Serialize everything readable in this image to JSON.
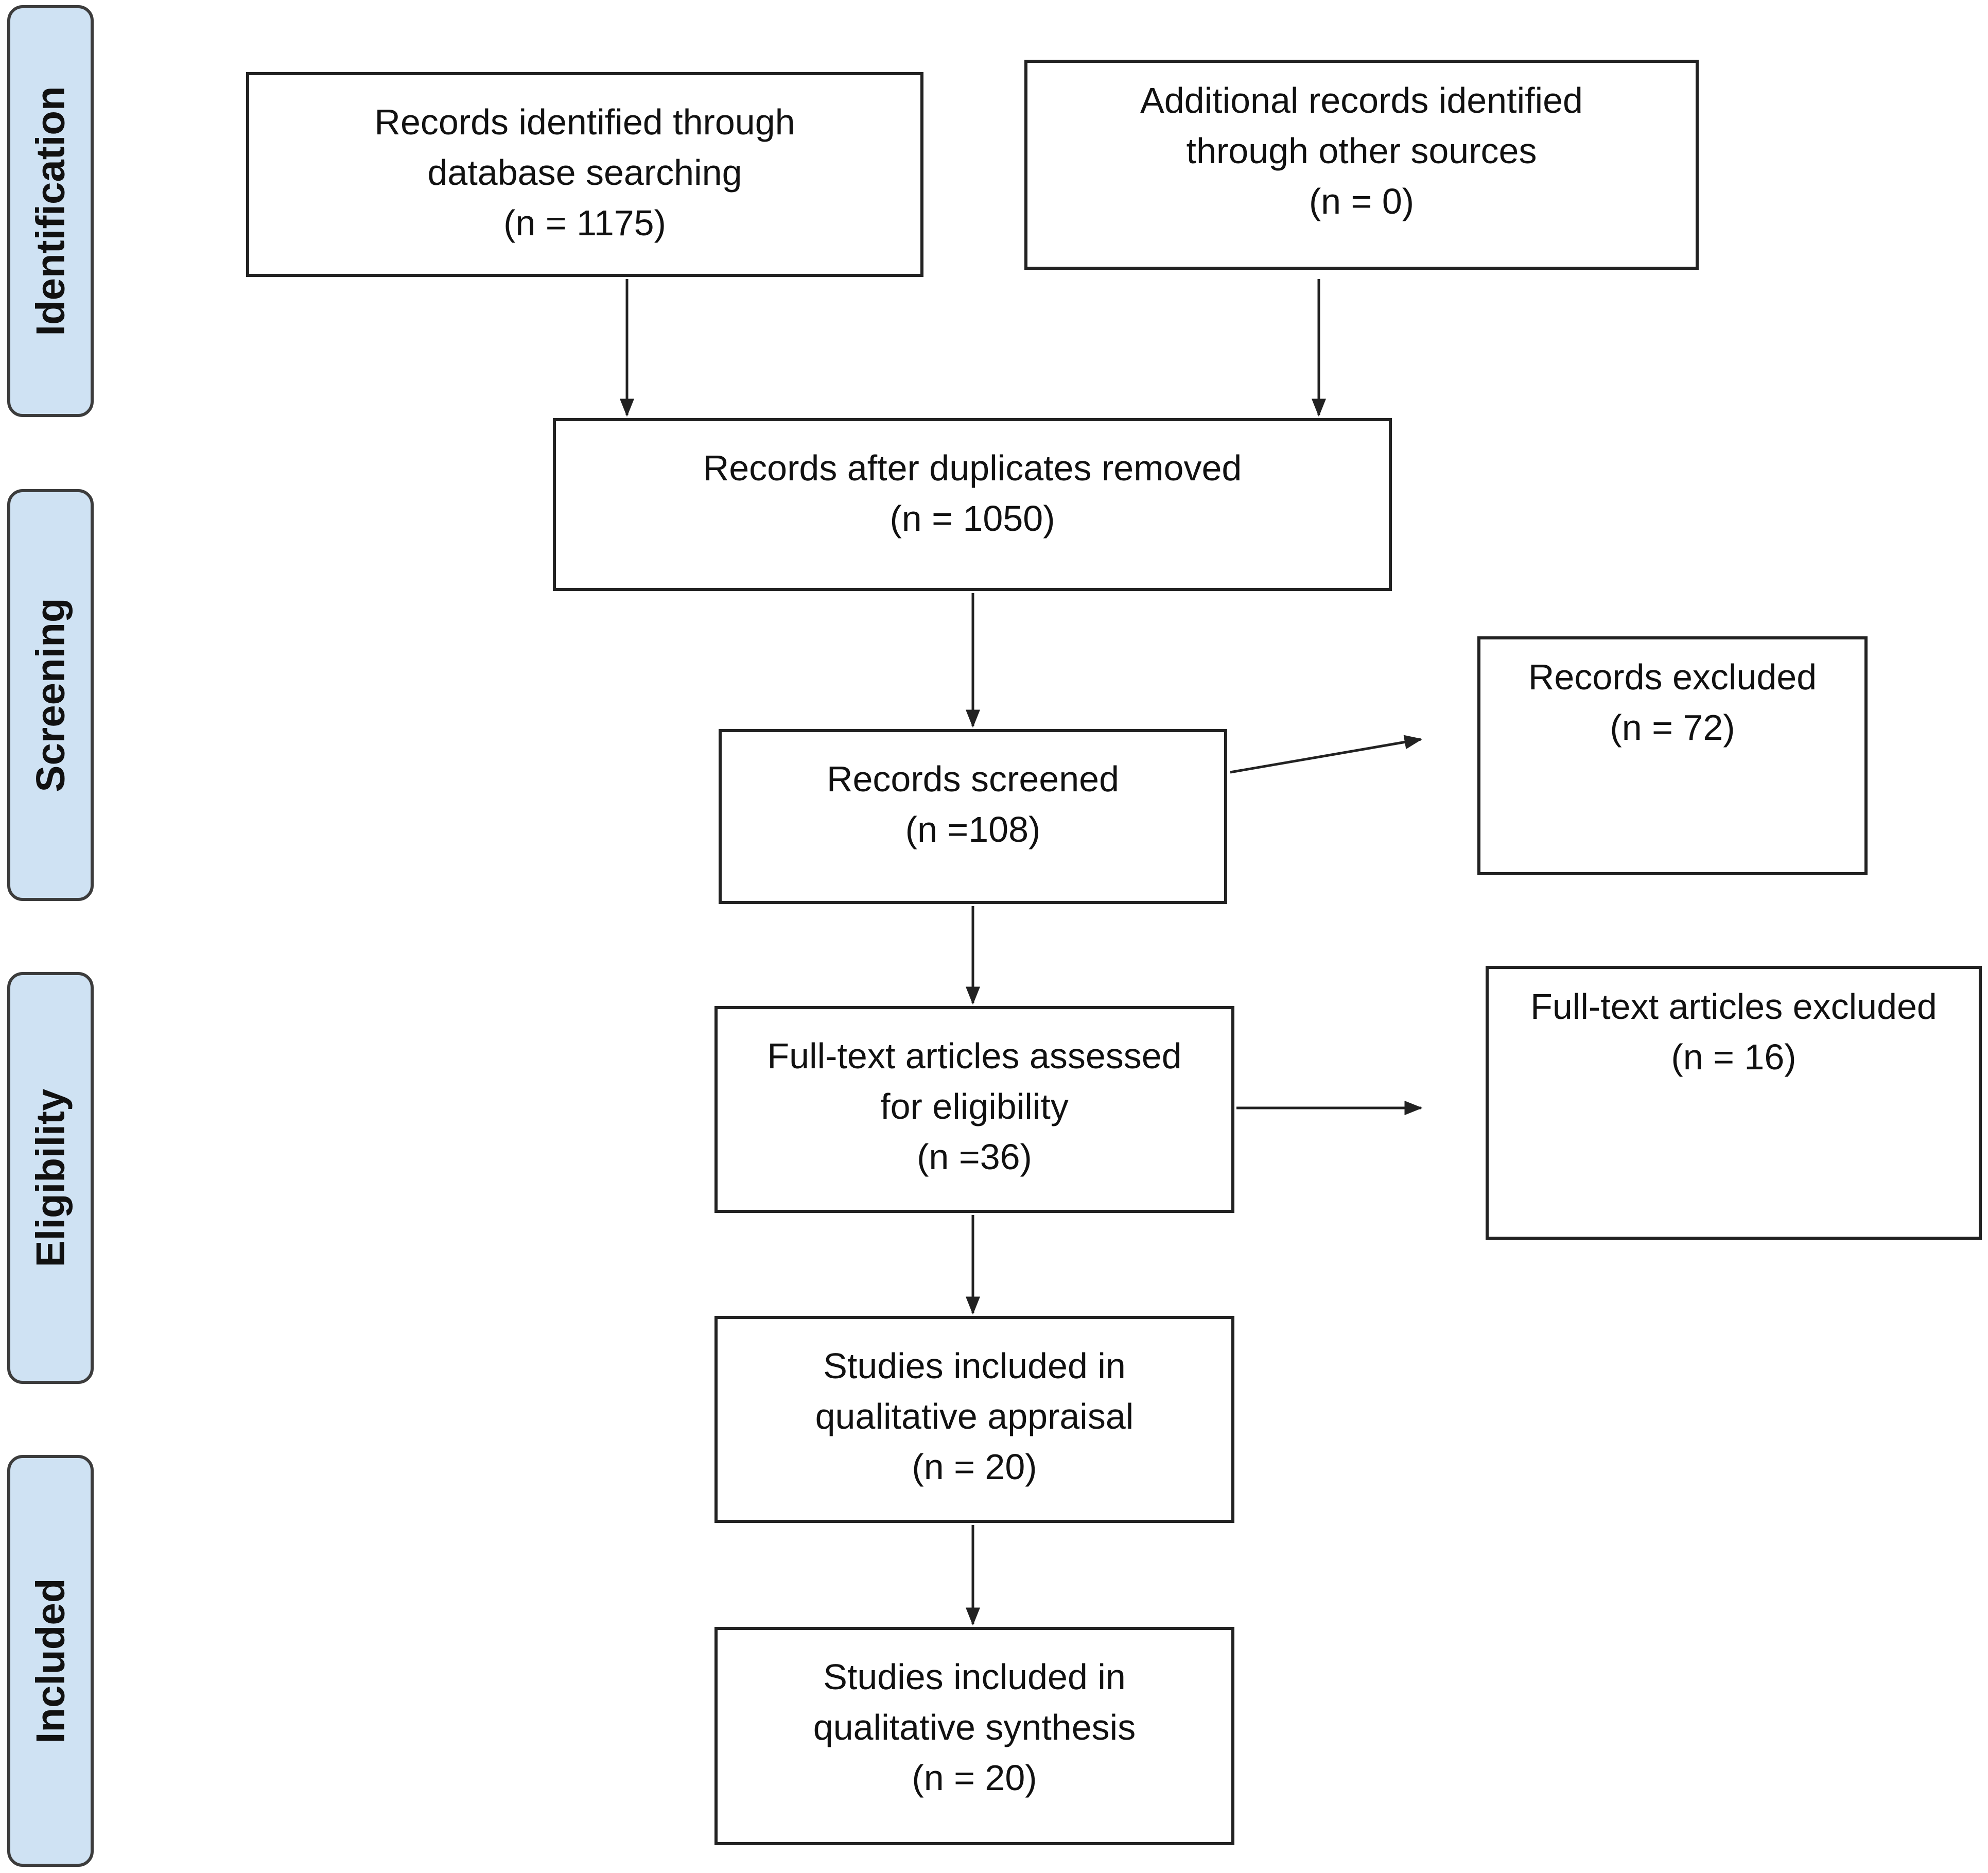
{
  "phases": {
    "identification": "Identification",
    "screening": "Screening",
    "eligibility": "Eligibility",
    "included": "Included"
  },
  "boxes": {
    "database": {
      "line1": "Records identified through",
      "line2": "database searching",
      "count": "(n =  1175)"
    },
    "other_sources": {
      "line1": "Additional records identified",
      "line2": "through other sources",
      "count": "(n = 0)"
    },
    "duplicates_removed": {
      "line1": "Records after duplicates removed",
      "count": "(n = 1050)"
    },
    "screened": {
      "line1": "Records screened",
      "count": "(n =108)"
    },
    "records_excluded": {
      "line1": "Records excluded",
      "count": "(n =  72)"
    },
    "fulltext_assessed": {
      "line1": "Full-text articles assessed",
      "line2": "for eligibility",
      "count": "(n =36)"
    },
    "fulltext_excluded": {
      "line1": "Full-text articles excluded",
      "count": "(n = 16)"
    },
    "appraisal": {
      "line1": "Studies included in",
      "line2": "qualitative appraisal",
      "count": "(n = 20)"
    },
    "synthesis": {
      "line1": "Studies included in",
      "line2": "qualitative synthesis",
      "count": "(n = 20)"
    }
  },
  "colors": {
    "phase_fill": "#cfe2f3",
    "phase_border": "#3c3c3c",
    "box_border": "#222222",
    "arrow": "#222222"
  }
}
